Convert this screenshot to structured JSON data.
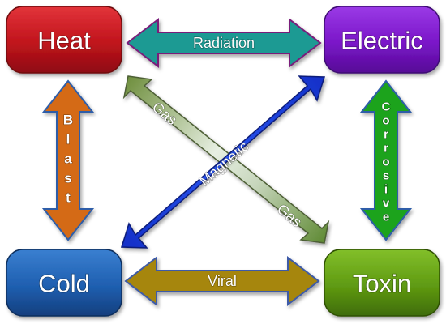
{
  "nodes": {
    "heat": {
      "label": "Heat",
      "color": "#c0141c"
    },
    "electric": {
      "label": "Electric",
      "color": "#7a16c8"
    },
    "cold": {
      "label": "Cold",
      "color": "#1f5fb0"
    },
    "toxin": {
      "label": "Toxin",
      "color": "#5f9a12"
    }
  },
  "arrows": {
    "radiation": {
      "label": "Radiation",
      "color": "#1a9a93"
    },
    "viral": {
      "label": "Viral",
      "color": "#a6860e"
    },
    "blast": {
      "label": "Blast",
      "color": "#d46a12"
    },
    "corrosive": {
      "label": "Corrosive",
      "color": "#1ea31f"
    },
    "magnetic": {
      "label": "Magnetic",
      "color": "#1c3fe0"
    },
    "gas": {
      "label_top": "Gas",
      "label_bottom": "Gas",
      "color": "#6f8f3e"
    }
  }
}
